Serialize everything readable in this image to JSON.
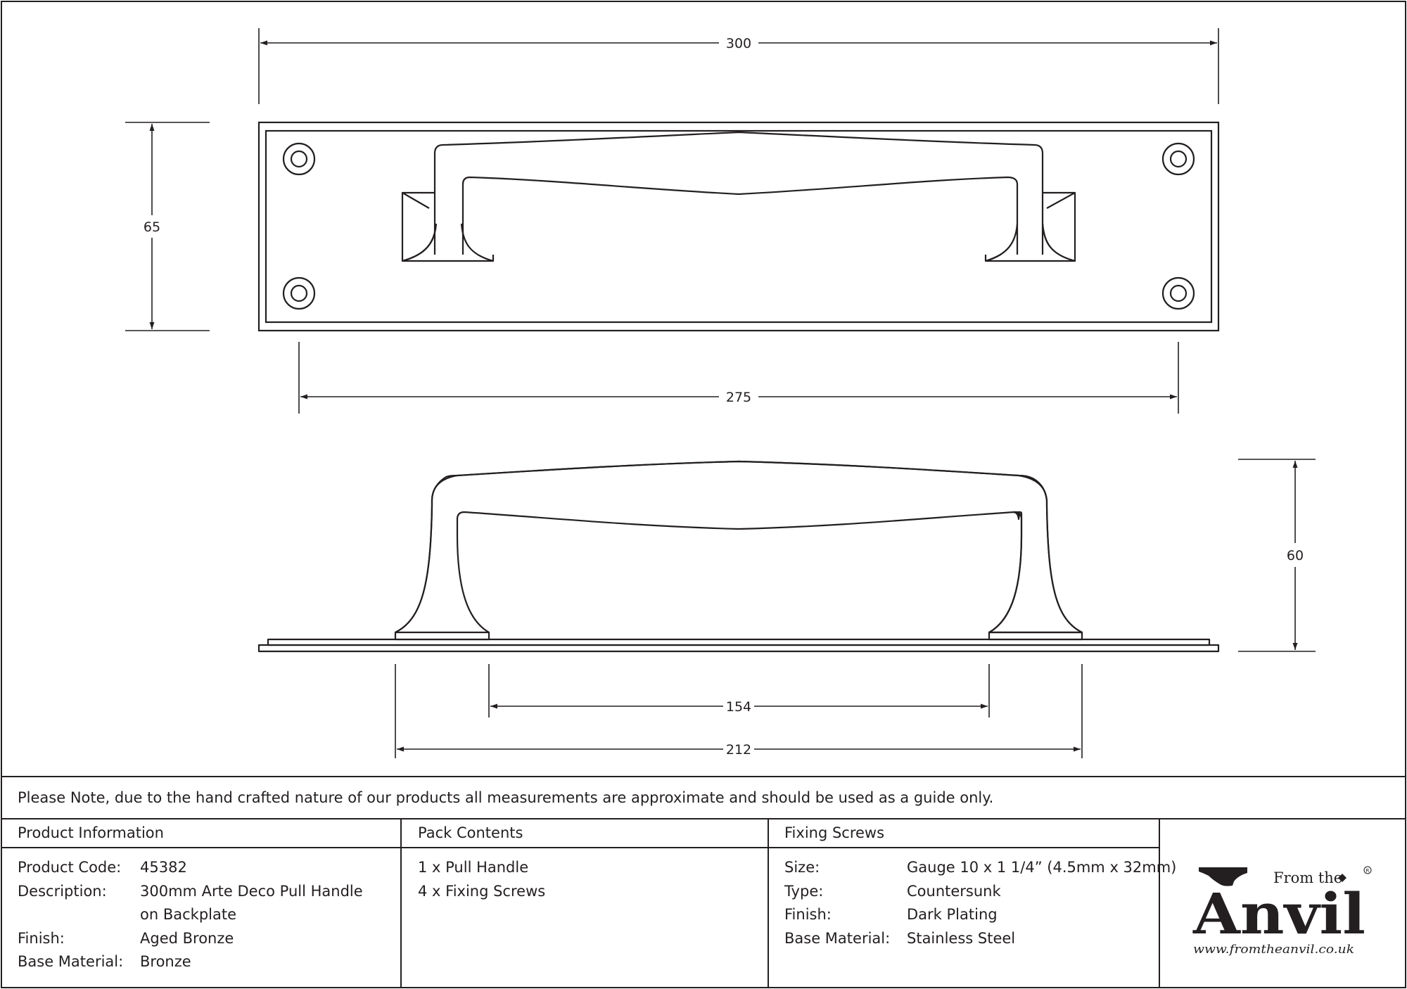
{
  "dimensions": {
    "backplate_width": "300",
    "backplate_height": "65",
    "hole_centres": "275",
    "handle_projection": "60",
    "handle_inner": "154",
    "handle_outer": "212"
  },
  "note": "Please Note, due to the hand crafted nature of our products all measurements are approximate and should be used as a guide only.",
  "product_info": {
    "heading": "Product Information",
    "rows": [
      {
        "label": "Product Code:",
        "value": "45382"
      },
      {
        "label": "Description:",
        "value": "300mm Arte Deco Pull Handle"
      },
      {
        "label": "",
        "value": "on Backplate"
      },
      {
        "label": "Finish:",
        "value": "Aged Bronze"
      },
      {
        "label": "Base Material:",
        "value": "Bronze"
      }
    ]
  },
  "pack_contents": {
    "heading": "Pack Contents",
    "items": [
      "1 x Pull Handle",
      "4 x Fixing Screws"
    ]
  },
  "fixing_screws": {
    "heading": "Fixing Screws",
    "rows": [
      {
        "label": "Size:",
        "value": "Gauge 10 x 1 1/4” (4.5mm x 32mm)"
      },
      {
        "label": "Type:",
        "value": "Countersunk"
      },
      {
        "label": "Finish:",
        "value": "Dark Plating"
      },
      {
        "label": "Base Material:",
        "value": "Stainless Steel"
      }
    ]
  },
  "logo": {
    "from_the": "From the",
    "anvil": "Anvil",
    "url": "www.fromtheanvil.co.uk"
  },
  "colors": {
    "line": "#231f20",
    "background": "#ffffff"
  }
}
